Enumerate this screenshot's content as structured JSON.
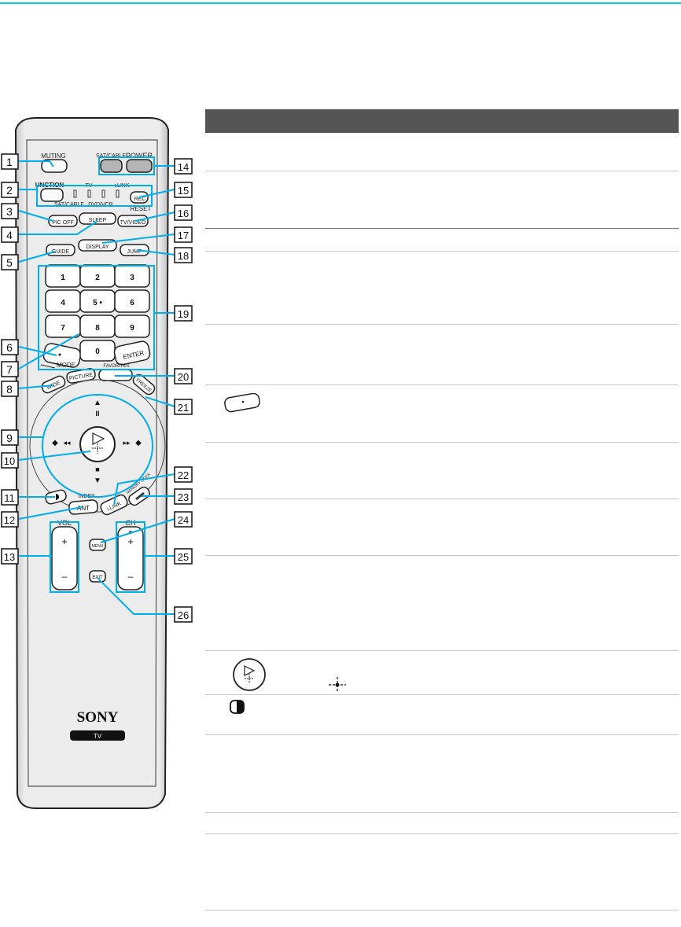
{
  "remote": {
    "brand": "SONY",
    "tv_badge": "TV",
    "buttons": {
      "muting": "MUTING",
      "sat_cable": "SAT/CABLE",
      "power": "POWER",
      "function": "UNCTION",
      "tv": "TV",
      "ilink": "i.LINK",
      "sat_cable_mode": "SAT/CABLE",
      "dvd_vcr": "DVD/VCR",
      "rec": "REC",
      "reset": "RESET",
      "pic_off": "PIC OFF",
      "sleep": "SLEEP",
      "tv_video": "TV/VIDEO",
      "guide": "GUIDE",
      "display": "DISPLAY",
      "jump": "JUMP",
      "keys": [
        "1",
        "2",
        "3",
        "4",
        "5 •",
        "6",
        "7",
        "8",
        "9"
      ],
      "zero": "0",
      "enter": "ENTER",
      "mode": "MODE",
      "favorites": "FAVORITES",
      "wide": "WIDE",
      "picture": "PICTURE",
      "freeze": "FREEZE",
      "index": "INDEX",
      "ant": "ANT",
      "ilink_bottom": "i.LINK",
      "memory_stick": "MEMORY STICK",
      "vol": "VOL",
      "ch": "CH",
      "plus": "+",
      "minus": "–",
      "menu": "MENU",
      "exit": "EXIT"
    },
    "callouts": [
      "1",
      "2",
      "3",
      "4",
      "5",
      "6",
      "7",
      "8",
      "9",
      "10",
      "11",
      "12",
      "13",
      "14",
      "15",
      "16",
      "17",
      "18",
      "19",
      "20",
      "21",
      "22",
      "23",
      "24",
      "25",
      "26"
    ]
  },
  "colors": {
    "accent_rule": "#00d4e8",
    "callout_line": "#00aeef",
    "table_header": "#555555"
  }
}
